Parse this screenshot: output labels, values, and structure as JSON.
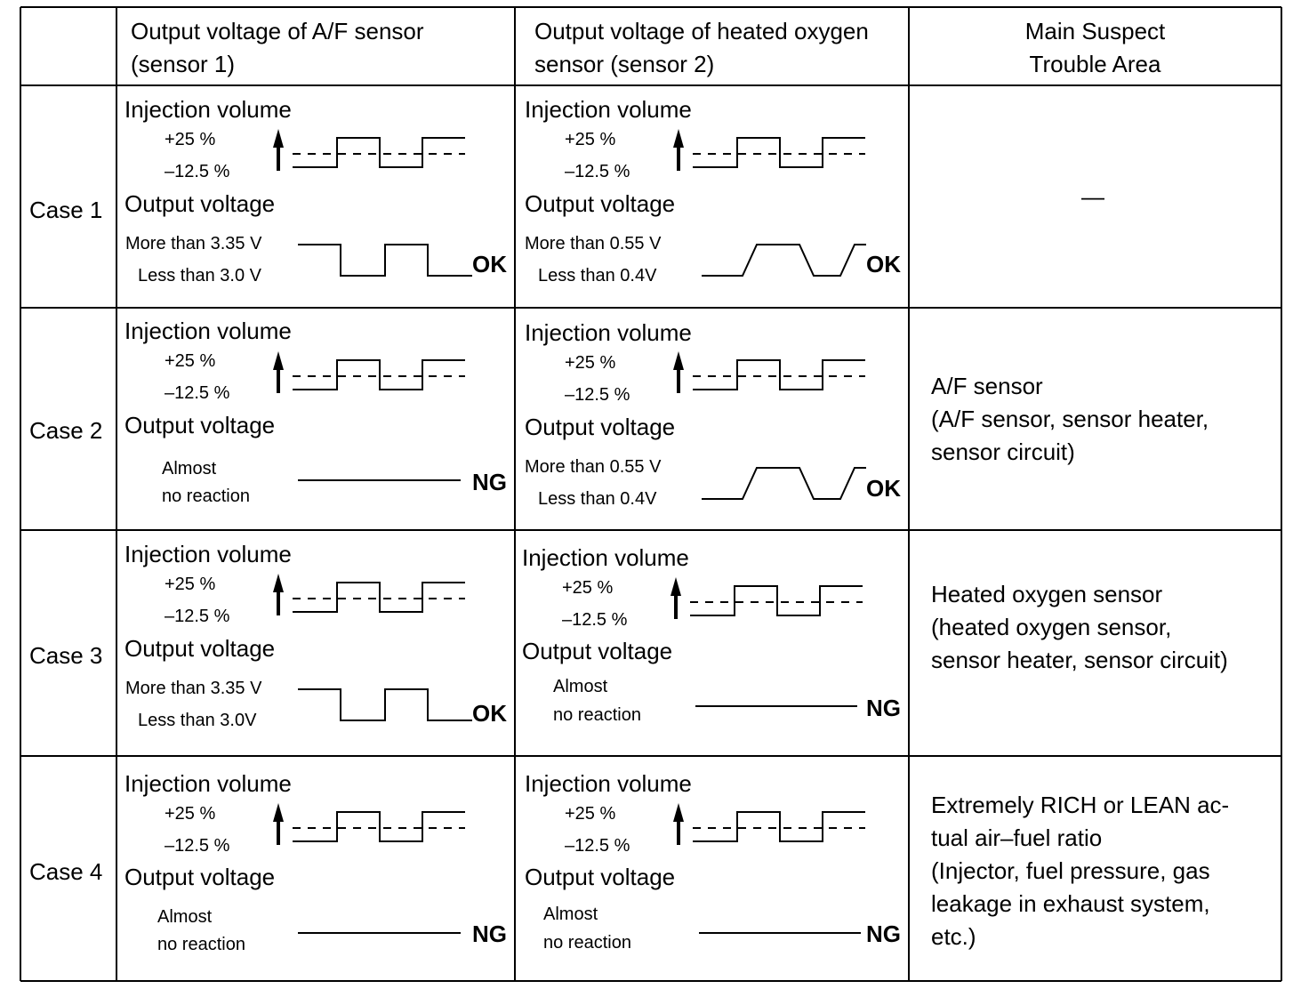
{
  "headers": [
    "",
    "Output voltage of A/F sensor (sensor 1)",
    "Output voltage of heated oxygen sensor (sensor 2)",
    "Main Suspect Trouble Area"
  ],
  "header_lines": {
    "af": [
      "Output voltage of A/F sensor",
      "(sensor 1)"
    ],
    "ho2": [
      "Output voltage of heated oxygen",
      "sensor (sensor 2)"
    ],
    "trouble": [
      "Main Suspect",
      "Trouble Area"
    ]
  },
  "common": {
    "injection_label": "Injection volume",
    "plus": "+25 %",
    "minus": "–12.5 %",
    "output_label": "Output voltage"
  },
  "cases": [
    {
      "name": "Case 1",
      "af": {
        "state": "switching",
        "high": "More than 3.35 V",
        "low": "Less than 3.0 V",
        "result": "OK"
      },
      "ho2": {
        "state": "switching",
        "high": "More than 0.55 V",
        "low": "Less than 0.4V",
        "result": "OK"
      },
      "trouble": [
        "—"
      ]
    },
    {
      "name": "Case 2",
      "af": {
        "state": "no_reaction",
        "line1": "Almost",
        "line2": "no reaction",
        "result": "NG"
      },
      "ho2": {
        "state": "switching",
        "high": "More than 0.55 V",
        "low": "Less than 0.4V",
        "result": "OK"
      },
      "trouble": [
        "A/F sensor",
        "(A/F sensor, sensor heater,",
        "sensor circuit)"
      ]
    },
    {
      "name": "Case 3",
      "af": {
        "state": "switching",
        "high": "More than 3.35 V",
        "low": "Less than 3.0V",
        "result": "OK"
      },
      "ho2": {
        "state": "no_reaction",
        "line1": "Almost",
        "line2": "no reaction",
        "result": "NG"
      },
      "trouble": [
        "Heated oxygen sensor",
        "(heated oxygen sensor,",
        "sensor heater, sensor circuit)"
      ]
    },
    {
      "name": "Case 4",
      "af": {
        "state": "no_reaction",
        "line1": "Almost",
        "line2": "no reaction",
        "result": "NG"
      },
      "ho2": {
        "state": "no_reaction",
        "line1": "Almost",
        "line2": "no reaction",
        "result": "NG"
      },
      "trouble": [
        "Extremely RICH or LEAN ac-",
        "tual air–fuel ratio",
        "(Injector, fuel pressure, gas",
        "leakage in exhaust system,",
        "etc.)"
      ]
    }
  ]
}
